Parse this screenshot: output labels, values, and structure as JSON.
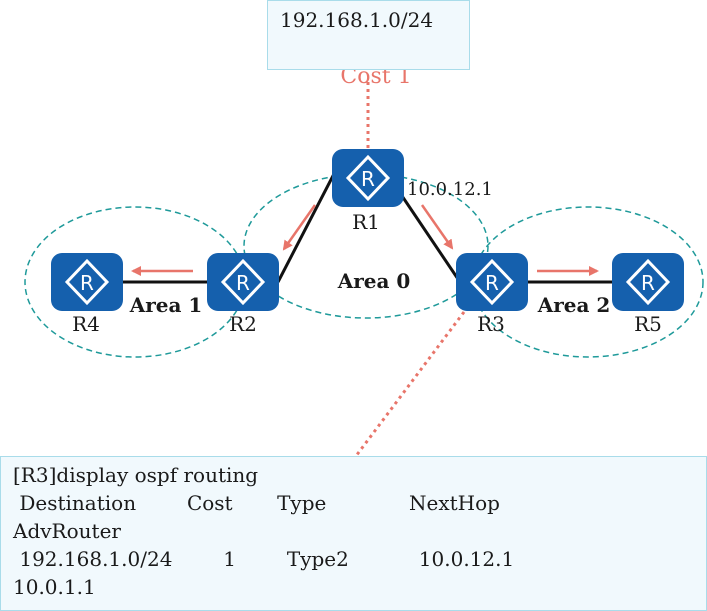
{
  "network_box": {
    "text": "192.168.1.0/24"
  },
  "cost_label": "Cost 1",
  "next_hop_label": "10.0.12.1",
  "areas": {
    "area0": "Area 0",
    "area1": "Area 1",
    "area2": "Area 2"
  },
  "routers": {
    "r1": "R1",
    "r2": "R2",
    "r3": "R3",
    "r4": "R4",
    "r5": "R5"
  },
  "router_icon": "router-icon",
  "routing_output": {
    "command": "[R3]display ospf routing",
    "header_line": " Destination        Cost       Type             NextHop",
    "header_wrap": "AdvRouter",
    "row_line": " 192.168.1.0/24        1        Type2           10.0.12.1",
    "row_wrap": "10.0.1.1"
  },
  "colors": {
    "router_fill": "#1560ad",
    "area_outline": "#1f9a9a",
    "arrow": "#e8756a",
    "box_fill": "#f1f9fd",
    "box_border": "#a9dcea"
  }
}
